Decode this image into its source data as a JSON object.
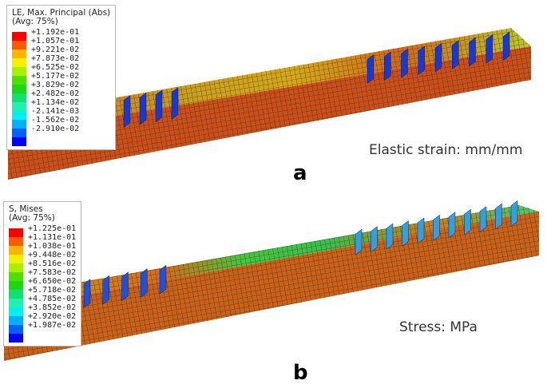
{
  "panel_a": {
    "legend_title": "LE, Max. Principal (Abs)",
    "legend_subtitle": "(Avg: 75%)",
    "values": [
      "+1.192e-01",
      "+1.057e-01",
      "+9.221e-02",
      "+7.873e-02",
      "+6.525e-02",
      "+5.177e-02",
      "+3.829e-02",
      "+2.482e-02",
      "+1.134e-02",
      "-2.141e-03",
      "-1.562e-02",
      "-2.910e-02"
    ],
    "colors": [
      "#ff0000",
      "#ff5a00",
      "#ffb400",
      "#f2f200",
      "#a8f000",
      "#50e000",
      "#18d818",
      "#10e070",
      "#20f0b0",
      "#00f0f0",
      "#00b0ff",
      "#0060ff",
      "#0000ff"
    ],
    "caption": "Elastic strain: mm/mm",
    "label": "a"
  },
  "panel_b": {
    "legend_title": "S, Mises",
    "legend_subtitle": "(Avg: 75%)",
    "values": [
      "+1.225e-01",
      "+1.131e-01",
      "+1.038e-01",
      "+9.448e-02",
      "+8.516e-02",
      "+7.583e-02",
      "+6.650e-02",
      "+5.718e-02",
      "+4.785e-02",
      "+3.852e-02",
      "+2.920e-02",
      "+1.987e-02"
    ],
    "colors": [
      "#ff0000",
      "#ff5a00",
      "#ffb400",
      "#f2f200",
      "#a8f000",
      "#50e000",
      "#18d818",
      "#10e070",
      "#20f0b0",
      "#00f0f0",
      "#00b0ff",
      "#0060ff",
      "#0000ff"
    ],
    "caption": "Stress: MPa",
    "label": "b"
  }
}
